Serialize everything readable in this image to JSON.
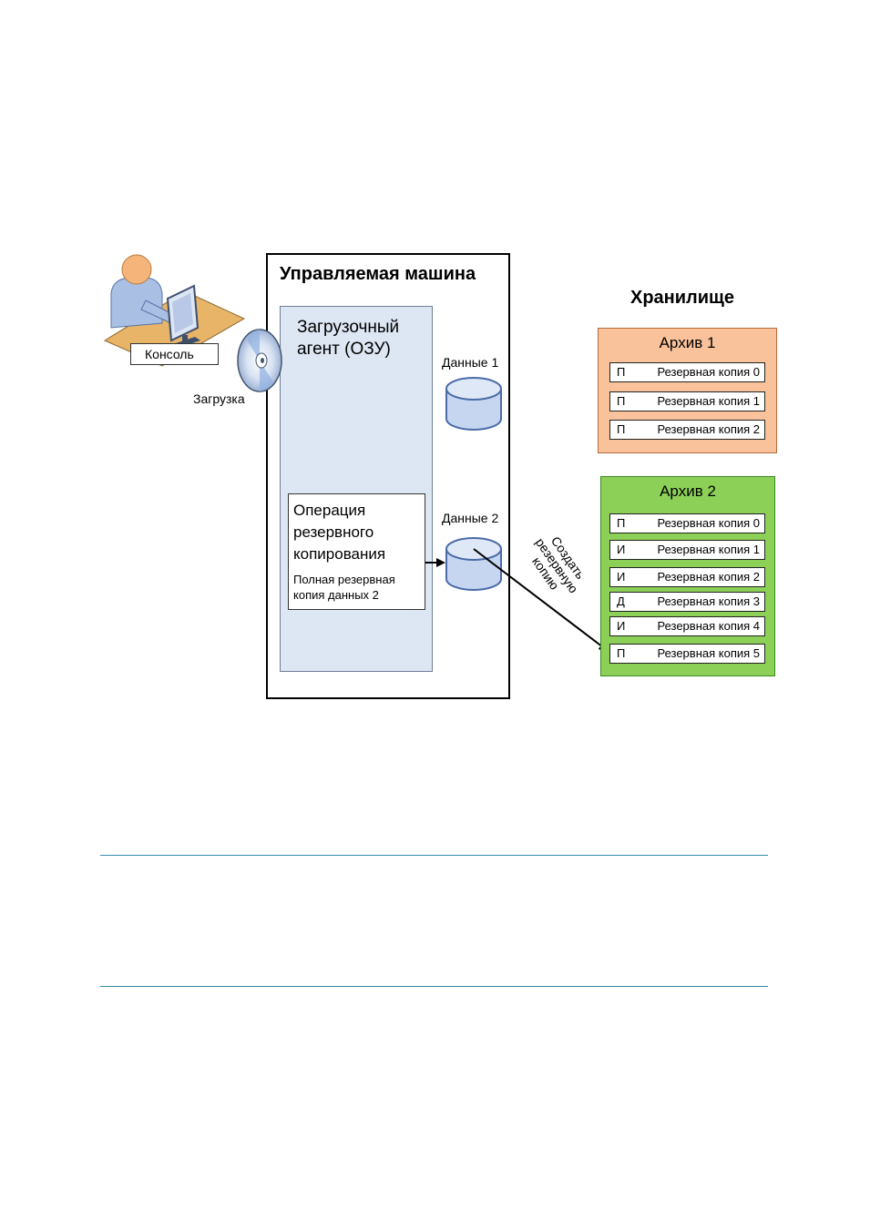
{
  "machine": {
    "title": "Управляемая машина",
    "agent_label": "Загрузочный\nагент (ОЗУ)",
    "operation": {
      "title": "Операция\nрезервного\nкопирования",
      "subtitle": "Полная резервная\nкопия данных 2"
    },
    "data": [
      "Данные 1",
      "Данные 2"
    ]
  },
  "console": {
    "label": "Консоль",
    "boot_label": "Загрузка"
  },
  "storage": {
    "title": "Хранилище",
    "archives": [
      {
        "title": "Архив 1",
        "backups": [
          {
            "type": "П",
            "name": "Резервная копия 0"
          },
          {
            "type": "П",
            "name": "Резервная копия 1"
          },
          {
            "type": "П",
            "name": "Резервная копия 2"
          }
        ]
      },
      {
        "title": "Архив 2",
        "backups": [
          {
            "type": "П",
            "name": "Резервная копия 0"
          },
          {
            "type": "И",
            "name": "Резервная копия 1"
          },
          {
            "type": "И",
            "name": "Резервная копия 2"
          },
          {
            "type": "Д",
            "name": "Резервная копия 3"
          },
          {
            "type": "И",
            "name": "Резервная копия 4"
          },
          {
            "type": "П",
            "name": "Резервная копия 5"
          }
        ]
      }
    ]
  },
  "arrow_label": "Создать\nрезервную\nкопию",
  "colors": {
    "agent_panel": "#dde6f3",
    "archive1": "#f9c29a",
    "archive2": "#8dd058",
    "disk": "#c6d6f0",
    "rule": "#3a8aa6"
  }
}
